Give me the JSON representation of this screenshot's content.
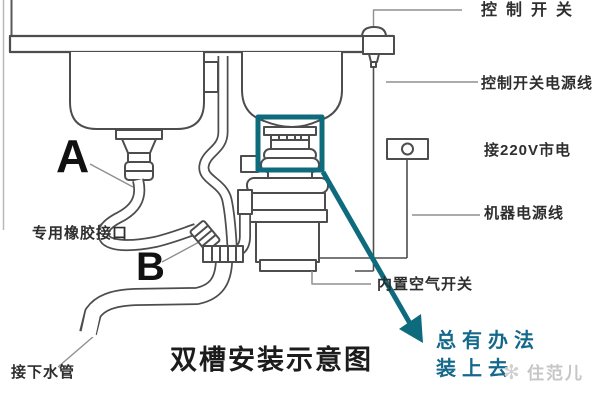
{
  "diagram": {
    "title": "双槽安装示意图",
    "callouts_right": [
      {
        "id": "control_switch",
        "label": "控制开关"
      },
      {
        "id": "control_switch_power_line",
        "label": "控制开关电源线"
      },
      {
        "id": "mains_220v",
        "label": "接220V市电"
      },
      {
        "id": "machine_power_line",
        "label": "机器电源线"
      },
      {
        "id": "built_in_air_switch",
        "label": "内置空气开关"
      }
    ],
    "callouts_left": [
      {
        "id": "part_a",
        "label": "A"
      },
      {
        "id": "rubber_joint",
        "label": "专用橡胶接口"
      },
      {
        "id": "part_b",
        "label": "B"
      },
      {
        "id": "drain_pipe",
        "label": "接下水管"
      }
    ],
    "annotation": {
      "line1": "总有办法",
      "line2": "装上去"
    },
    "watermark": {
      "brand": "住范儿",
      "icon": "✻"
    },
    "colors": {
      "highlight": "#0d6b7d",
      "annotation_text": "#14688c",
      "line": "#4d4d4d",
      "leader": "#8f8f8f",
      "watermark": "#c6c6c6"
    }
  }
}
